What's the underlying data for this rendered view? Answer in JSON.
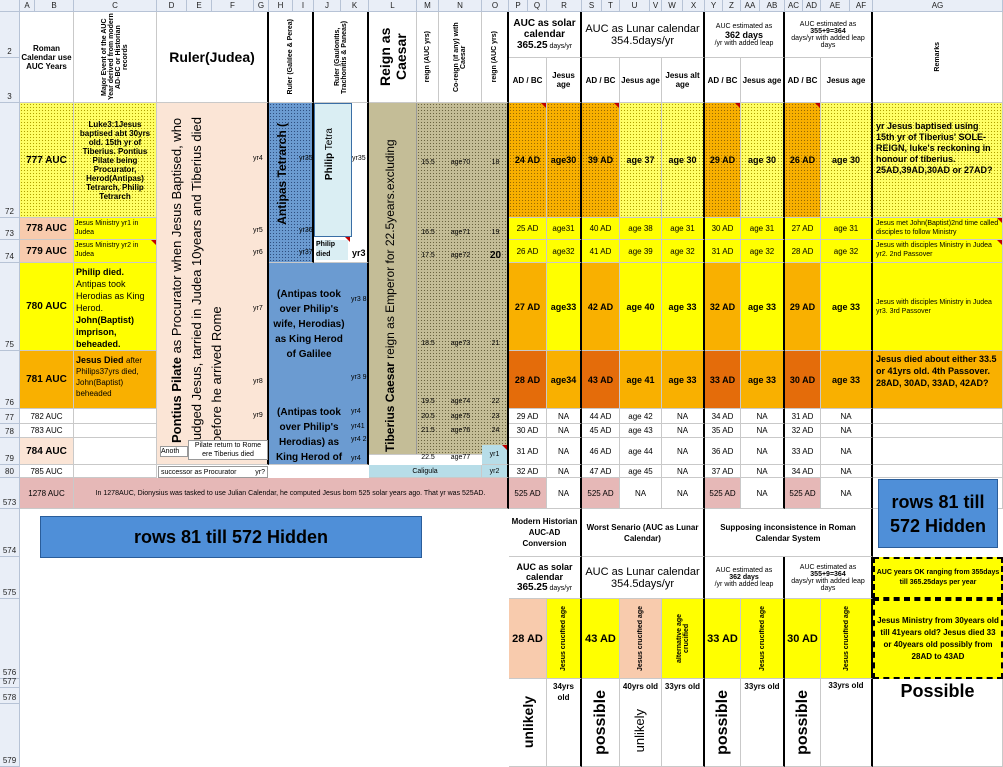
{
  "columns": [
    "A",
    "B",
    "C",
    "D",
    "E",
    "F",
    "G",
    "H",
    "I",
    "J",
    "K",
    "L",
    "M",
    "N",
    "O",
    "P",
    "Q",
    "R",
    "S",
    "T",
    "U",
    "V",
    "W",
    "X",
    "Y",
    "Z",
    "AA",
    "AB",
    "AC",
    "AD",
    "AE",
    "AF",
    "AG"
  ],
  "row_numbers": [
    "2",
    "3",
    "72",
    "73",
    "74",
    "75",
    "76",
    "77",
    "78",
    "79",
    "80",
    "573",
    "574",
    "575",
    "576",
    "577",
    "578",
    "579"
  ],
  "header": {
    "roman": "Roman Calendar use AUC Years",
    "major_event": "Major Event of the AUC Year derived from modern AD-BC or Historian records",
    "ruler_judea": "Ruler(Judea)",
    "ruler_galilee": "Ruler (Galilee & Perea)",
    "ruler_gaulonitis": "Ruler (Gaulonitis, Trachonitis & Paneas)",
    "reign_caesar": "Reign as Caesar",
    "reign_auc": "reign (AUC yrs)",
    "coreign": "Co-reign (if any) with Caesar",
    "reign_auc2": "reign (AUC yrs)",
    "auc_solar": "AUC as solar calendar",
    "auc_solar_days": "365.25",
    "auc_solar_unit": "days/yr",
    "auc_lunar": "AUC as Lunar calendar 354.5days/yr",
    "auc_362_a": "AUC estimated as",
    "auc_362_b": "362 days",
    "auc_362_c": "/yr with added leap",
    "auc_364_a": "AUC estimated as",
    "auc_364_b": "355+9=364",
    "auc_364_c": "days/yr with added leap days",
    "remarks": "Remarks",
    "adbc": "AD / BC",
    "jesus_age": "Jesus age",
    "jesus_alt_age": "Jesus alt age"
  },
  "rows": {
    "r72": {
      "auc": "777 AUC",
      "event": "Luke3:1Jesus baptised abt 30yrs old. 15th yr of Tiberius. Pontius Pilate being Procurator, Herod(Antipas) Tetrarch, Philip Tetrarch",
      "g": "yr4",
      "i": "yr35",
      "k": "yr35",
      "m": "15.5",
      "n": "age70",
      "o": "18",
      "q": "24 AD",
      "r": "age30",
      "s": "39 AD",
      "u": "age 37",
      "w": "age 30",
      "y": "29 AD",
      "aa": "age 30",
      "ac": "26 AD",
      "ae": "age 30",
      "remark": "yr Jesus baptised using 15th yr of Tiberius' SOLE-REIGN, luke's reckoning in honour of tiberius. 25AD,39AD,30AD or 27AD?"
    },
    "r73": {
      "auc": "778 AUC",
      "event": "Jesus Ministry yr1 in Judea",
      "g": "yr5",
      "i": "yr36",
      "k": "",
      "m": "16.5",
      "n": "age71",
      "o": "19",
      "q": "25 AD",
      "r": "age31",
      "s": "40 AD",
      "u": "age 38",
      "w": "age 31",
      "y": "30 AD",
      "aa": "age 31",
      "ac": "27 AD",
      "ae": "age 31",
      "remark": "Jesus met John(Baptist)2nd time called disciples to follow Ministry"
    },
    "r74": {
      "auc": "779 AUC",
      "event": "Jesus Ministry yr2 in Judea",
      "g": "yr6",
      "i": "yr37",
      "k": "yr3",
      "m": "17.5",
      "n": "age72",
      "o": "20",
      "q": "26 AD",
      "r": "age32",
      "s": "41 AD",
      "u": "age 39",
      "w": "age 32",
      "y": "31 AD",
      "aa": "age 32",
      "ac": "28 AD",
      "ae": "age 32",
      "remark": "Jesus with disciples Ministry in Judea yr2. 2nd Passover"
    },
    "r75": {
      "auc": "780 AUC",
      "event_a": "Philip died.",
      "event_b": "Antipas took Herodias as King Herod.",
      "event_c": "John(Baptist) imprison, beheaded.",
      "g": "yr7",
      "i": "yr3 8",
      "m": "18.5",
      "n": "age73",
      "o": "21",
      "q": "27 AD",
      "r": "age33",
      "s": "42 AD",
      "u": "age 40",
      "w": "age 33",
      "y": "32 AD",
      "aa": "age 33",
      "ac": "29 AD",
      "ae": "age 33",
      "remark": "Jesus with disciples Ministry in Judea yr3. 3rd Passover"
    },
    "r76": {
      "auc": "781 AUC",
      "event_a": "Jesus Died",
      "event_b": "after Philips37yrs died, John(Baptist) beheaded",
      "g": "yr8",
      "i": "yr3 9",
      "m": "19.5",
      "n": "age74",
      "o": "22",
      "q": "28 AD",
      "r": "age34",
      "s": "43 AD",
      "u": "age 41",
      "w": "age 33",
      "y": "33 AD",
      "aa": "age 33",
      "ac": "30 AD",
      "ae": "age 33",
      "remark": "Jesus died about either 33.5 or 41yrs old. 4th Passover. 28AD, 30AD, 33AD, 42AD?"
    },
    "r77": {
      "auc": "782 AUC",
      "g": "yr9",
      "i": "yr4",
      "m": "20.5",
      "n": "age75",
      "o": "23",
      "q": "29 AD",
      "r": "NA",
      "s": "44 AD",
      "u": "age 42",
      "w": "NA",
      "y": "34 AD",
      "aa": "NA",
      "ac": "31 AD",
      "ae": "NA"
    },
    "r78": {
      "auc": "783 AUC",
      "i": "yr41",
      "m": "21.5",
      "n": "age76",
      "o": "24",
      "q": "30 AD",
      "r": "NA",
      "s": "45 AD",
      "u": "age 43",
      "w": "NA",
      "y": "35 AD",
      "aa": "NA",
      "ac": "32 AD",
      "ae": "NA"
    },
    "r79": {
      "auc": "784 AUC",
      "d": "Anoth",
      "e": "Pilate return to Rome ere Tiberius died",
      "i": "yr4 2",
      "m": "22.5",
      "n": "age77",
      "p": "yr1",
      "q": "31 AD",
      "r": "NA",
      "s": "46 AD",
      "u": "age 44",
      "w": "NA",
      "y": "36 AD",
      "aa": "NA",
      "ac": "33 AD",
      "ae": "NA"
    },
    "r80": {
      "auc": "785 AUC",
      "e": "successor as Procurator",
      "g": "yr?",
      "i": "yr4",
      "n": "Caligula",
      "p": "yr2",
      "q": "32 AD",
      "r": "NA",
      "s": "47 AD",
      "u": "age 45",
      "w": "NA",
      "y": "37 AD",
      "aa": "NA",
      "ac": "34 AD",
      "ae": "NA"
    },
    "r573": {
      "auc": "1278 AUC",
      "note": "In 1278AUC, Dionysius was tasked to use Julian Calendar, he computed Jesus born 525 solar years ago. That yr was 525AD.",
      "q": "525 AD",
      "r": "NA",
      "s": "525 AD",
      "u": "NA",
      "w": "NA",
      "y": "525 AD",
      "aa": "NA",
      "ac": "525 AD",
      "ae": "NA"
    }
  },
  "vertical": {
    "pilate_bold": "Pontius Pilate",
    "pilate_rest": " as Procurator when Jesus Baptised, who judged Jesus, tarried in Judea 10years and Tiberius died before he arrived Rome",
    "antipas": "Antipas Tetrarch (",
    "philip": "Philip",
    "philip_rest": " Tetra",
    "philip_died": "Philip died",
    "tiberius_bold": "Tiberius Caesar",
    "tiberius_rest": " reign as Emperor for 22.5years.excluding"
  },
  "blue_text": {
    "antipas_herodias": "(Antipas took over Philip's wife, Herodias) as King Herod of Galilee",
    "antipas_herodias2": "(Antipas took over Philip's Herodias) as King Herod of Galilee"
  },
  "hidden_note": "rows 81 till 572 Hidden",
  "bottom": {
    "modern": "Modern Historian AUC-AD Conversion",
    "worst": "Worst Senario (AUC as Lunar Calendar)",
    "supposing": "Supposing inconsistence in Roman Calendar System",
    "auc_ok": "AUC years OK ranging from 355days till 365.25days per year",
    "ministry_q": "Jesus Ministry from 30years old till 41years old? Jesus died 33 or 40years old possibly from 28AD to 43AD",
    "ad28": "28 AD",
    "ad43": "43 AD",
    "ad33": "33 AD",
    "ad30": "30 AD",
    "crucified": "Jesus crucified age",
    "alt_crucified": "alternative age crucified",
    "unlikely": "unlikely",
    "possible": "possible",
    "possible_cap": "Possible",
    "y34": "34yrs old",
    "y40": "40yrs old",
    "y33": "33yrs old"
  }
}
